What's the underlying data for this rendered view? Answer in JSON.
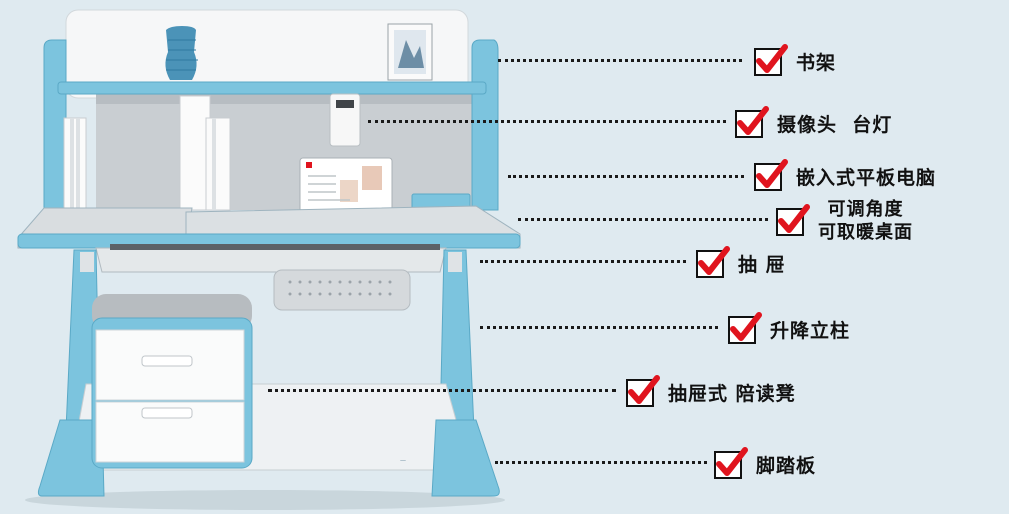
{
  "annotations": [
    {
      "id": "bookshelf",
      "text": "书架"
    },
    {
      "id": "camera-lamp",
      "text": "摄像头  台灯"
    },
    {
      "id": "tablet",
      "text": "嵌入式平板电脑"
    },
    {
      "id": "tilt-desktop",
      "lines": [
        "可调角度",
        "可取暖桌面"
      ]
    },
    {
      "id": "drawer",
      "text": "抽 屉"
    },
    {
      "id": "lift-column",
      "text": "升降立柱"
    },
    {
      "id": "drawer-stool",
      "text": "抽屉式 陪读凳"
    },
    {
      "id": "footrest",
      "text": "脚踏板"
    }
  ],
  "colors": {
    "background": "#dfeaf0",
    "desk_blue": "#7cc4de",
    "desk_white": "#f4f6f7",
    "check_box": "#e0141e",
    "leader_dots": "#1a1a1a"
  },
  "icons": [
    "red-checkbox-icon"
  ]
}
